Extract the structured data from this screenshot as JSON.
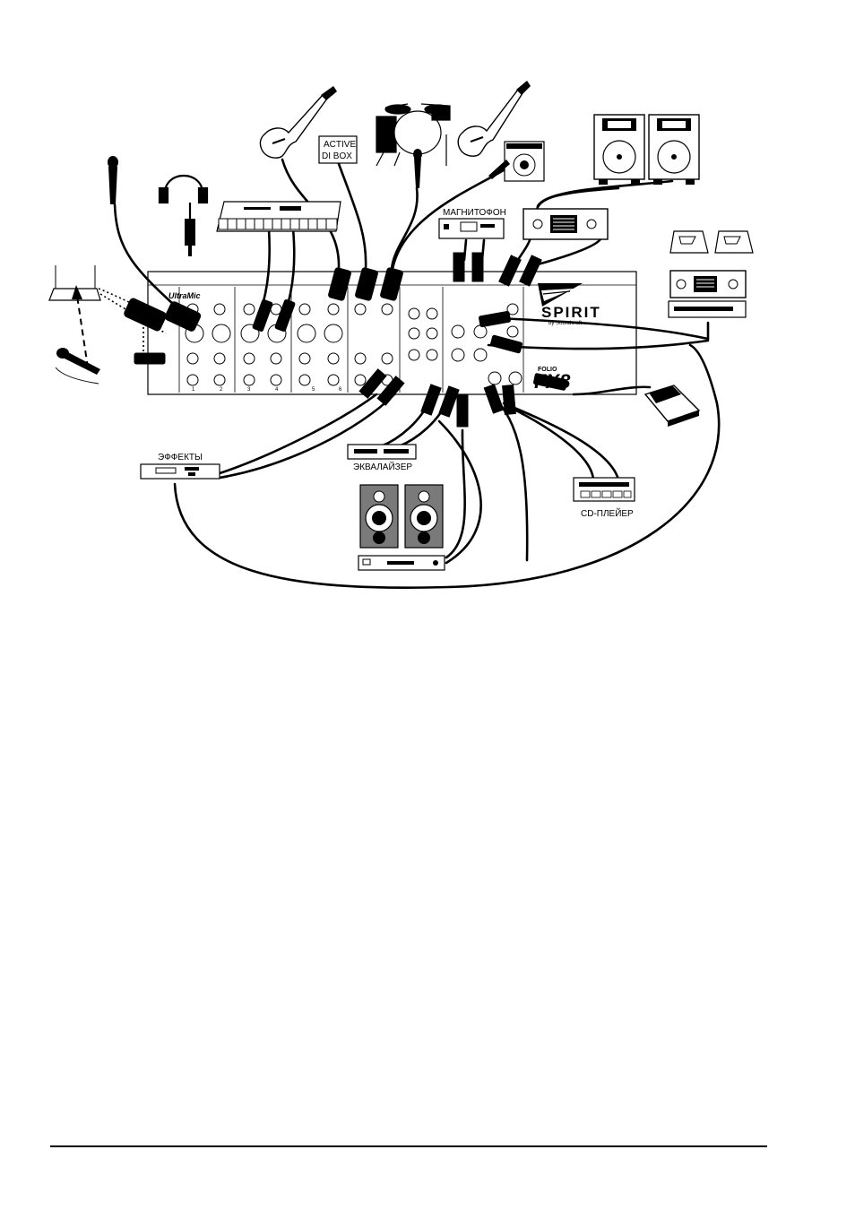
{
  "labels": {
    "active_di_box_line1": "ACTIVE",
    "active_di_box_line2": "DI BOX",
    "tape_recorder": "МАГНИТОФОН",
    "effects": "ЭФФЕКТЫ",
    "equalizer": "ЭКВАЛАЙЗЕР",
    "cd_player": "CD-ПЛЕЙЕР"
  },
  "mixer": {
    "brand": "SPIRIT",
    "brand_sub": "by Soundcraft",
    "model_prefix": "FOLIO",
    "model": "FX8",
    "ultramic_logo": "UltraMic",
    "channel_numbers": [
      "1",
      "2",
      "3",
      "4",
      "5",
      "6"
    ]
  },
  "colors": {
    "ink": "#000000",
    "paper": "#ffffff",
    "speaker_grey": "#7a7a7a"
  },
  "devices": [
    "microphone-icon",
    "headphones-icon",
    "keyboard-icon",
    "electric-guitar-icon",
    "active-di-box",
    "drum-kit-icon",
    "guitar-amp-icon",
    "pa-speaker-icon",
    "power-amplifier-icon",
    "tape-recorder-icon",
    "stage-monitor-icon",
    "wireless-receiver-icon",
    "footswitch-icon",
    "effects-unit-icon",
    "graphic-eq-icon",
    "studio-monitor-icon",
    "cd-player-icon"
  ]
}
